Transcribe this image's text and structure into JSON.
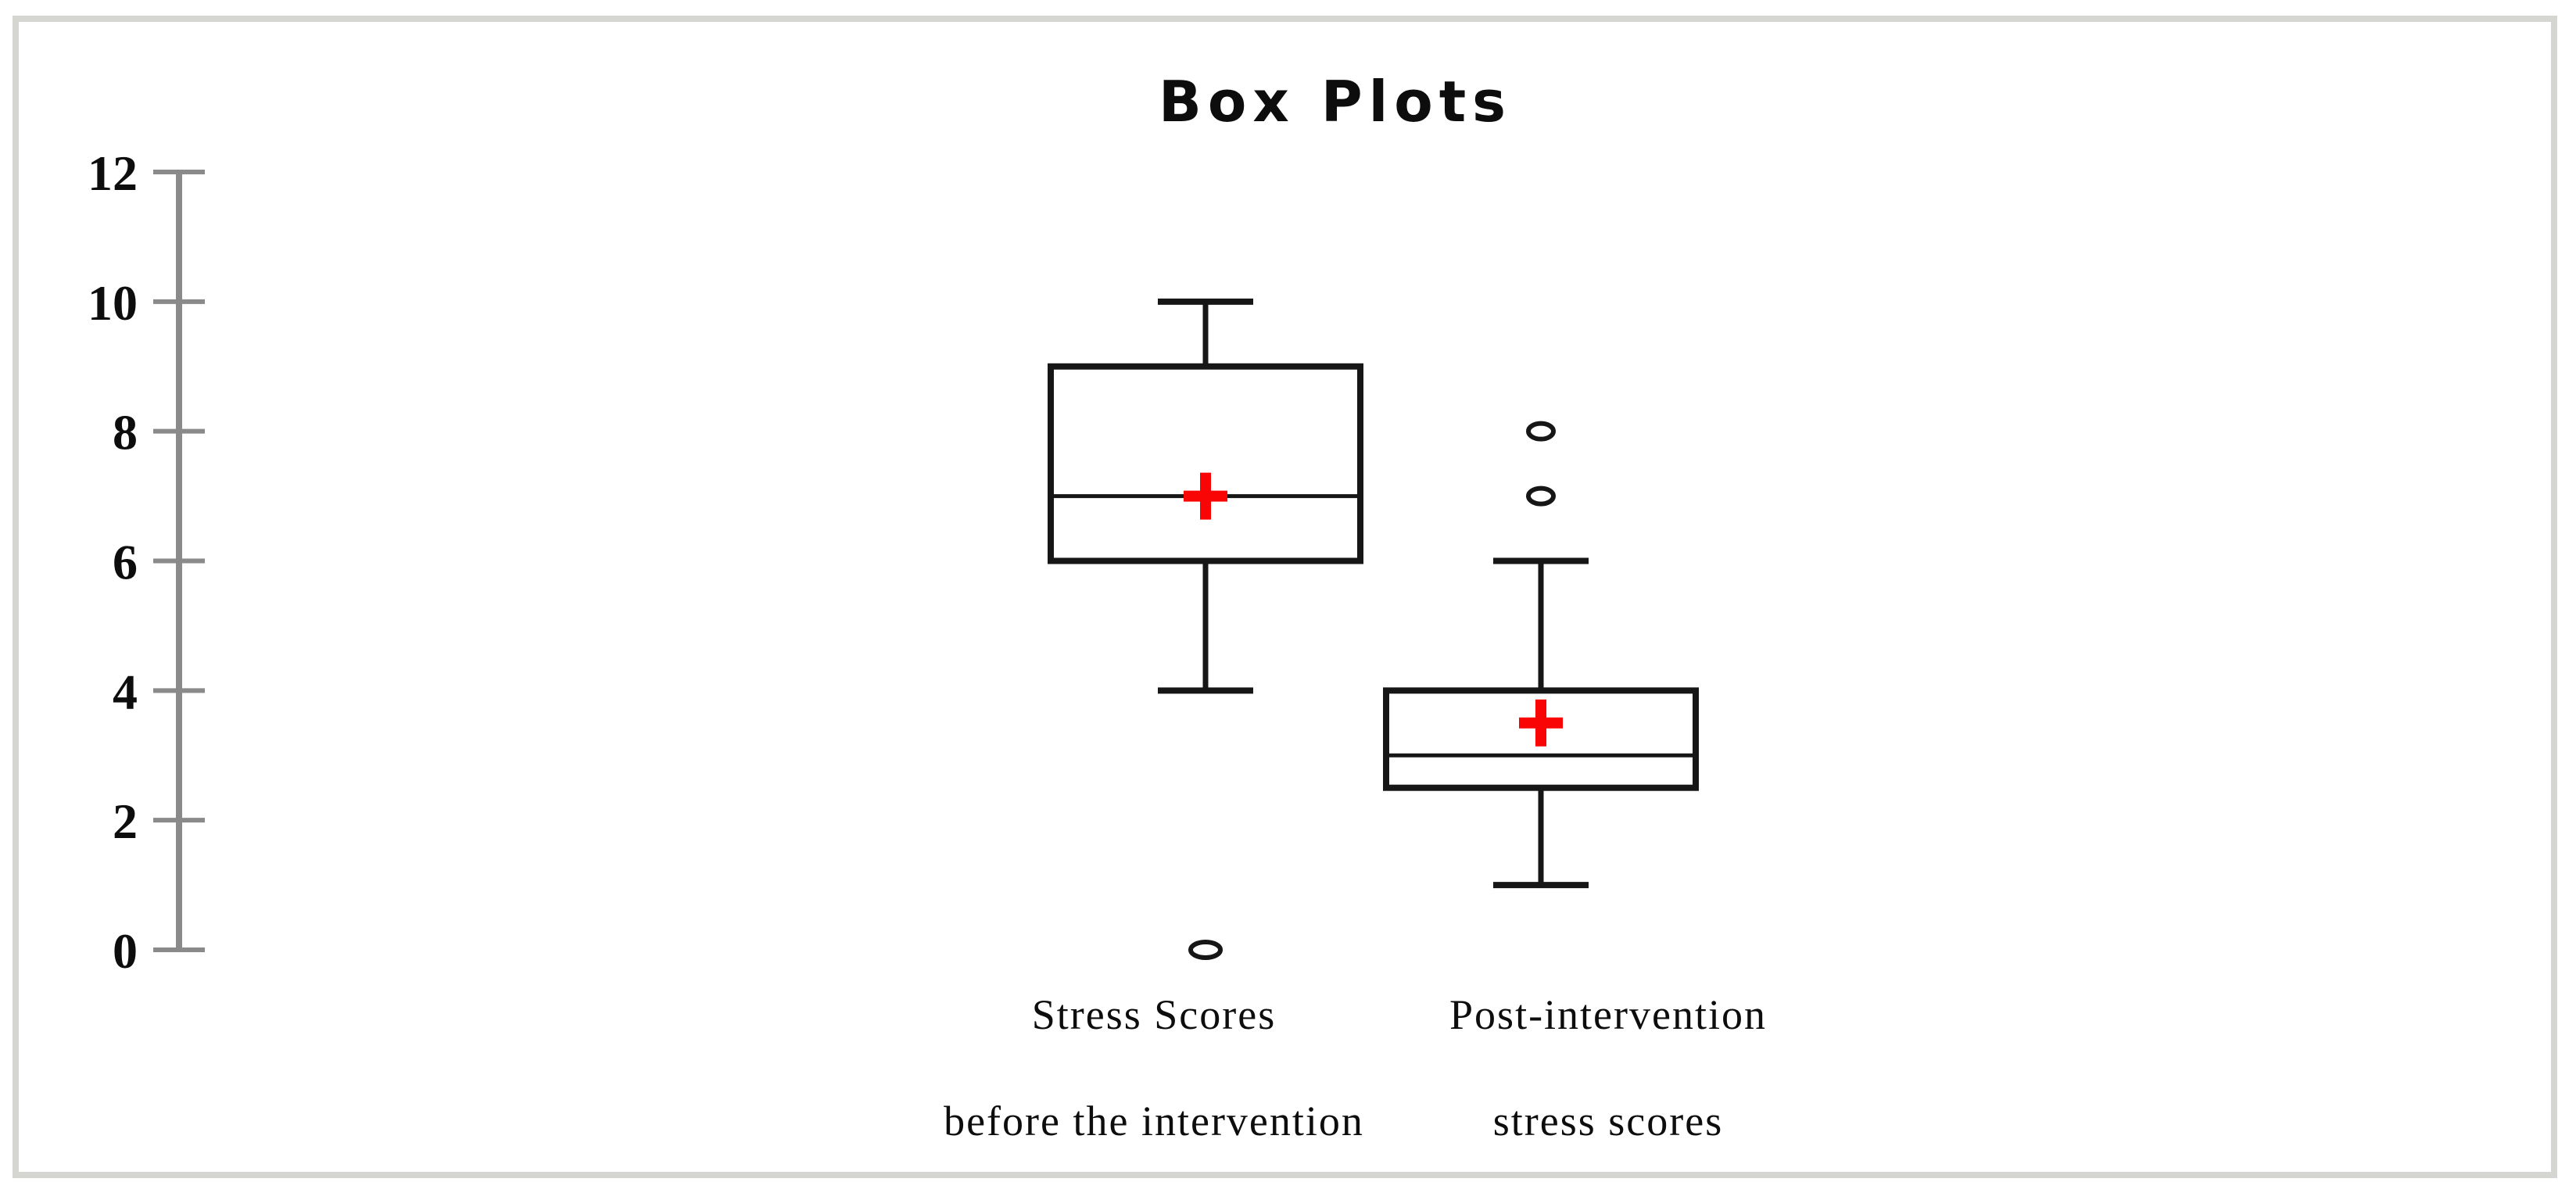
{
  "window": {
    "background": "#ffffff",
    "frame_color": "#d5d5d2"
  },
  "chart_data": {
    "type": "boxplot",
    "title": "Box Plots",
    "xlabel": "",
    "ylabel": "",
    "y_axis": {
      "min": 0,
      "max": 12,
      "tick_step": 2,
      "ticks": [
        0,
        2,
        4,
        6,
        8,
        10,
        12
      ],
      "grid": false
    },
    "legend": "none",
    "series": [
      {
        "label": [
          "Stress Scores",
          "before the intervention"
        ],
        "whisker_low": 4,
        "q1": 6,
        "median": 7,
        "q3": 9,
        "whisker_high": 10,
        "mean": 7,
        "outliers": [
          0
        ]
      },
      {
        "label": [
          "Post-intervention",
          "stress scores"
        ],
        "whisker_low": 1,
        "q1": 2.5,
        "median": 3,
        "q3": 4,
        "whisker_high": 6,
        "mean": 3.5,
        "outliers": [
          8,
          7
        ]
      }
    ],
    "colors": {
      "box_stroke": "#161616",
      "axis": "#8a8a8a",
      "mean_marker": "#fa0505",
      "text": "#0d0d0d"
    }
  }
}
